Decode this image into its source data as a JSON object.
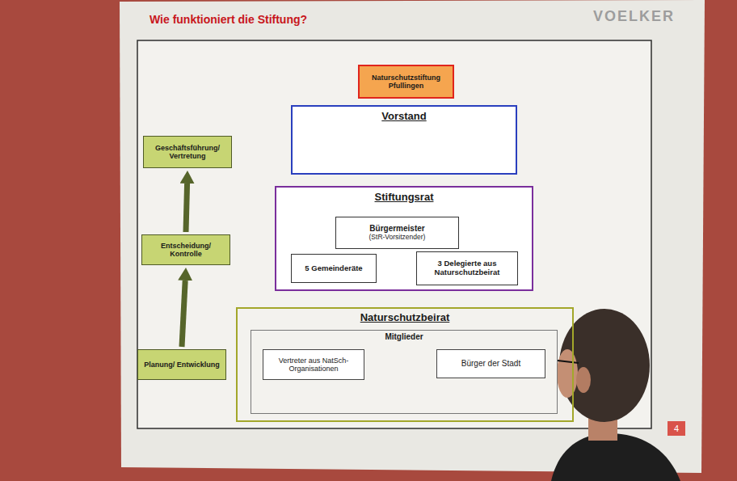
{
  "diagram": {
    "title": "Wie funktioniert die Stiftung?",
    "nodes": [
      {
        "text": [
          "Naturschutzstiftung Pfullingen"
        ]
      },
      {
        "text": [
          "Vorstand"
        ]
      },
      {
        "text": [
          "Geschäftsführung/ Vertretung"
        ]
      },
      {
        "text": [
          "Stiftungsrat"
        ]
      },
      {
        "text": [
          "Bürgermeister",
          "(StR-Vorsitzender)"
        ],
        "in": 3
      },
      {
        "text": [
          "5 Gemeinderäte"
        ],
        "in": 3
      },
      {
        "text": [
          "3 Delegierte aus Naturschutzbeirat"
        ],
        "in": 3
      },
      {
        "text": [
          "Entscheidung/ Kontrolle"
        ]
      },
      {
        "text": [
          "Naturschutzbeirat"
        ]
      },
      {
        "text": [
          "Mitglieder"
        ],
        "in": 8
      },
      {
        "text": [
          "Vertreter aus NatSch-Organisationen"
        ],
        "in": 9
      },
      {
        "text": [
          "Bürger der Stadt"
        ],
        "in": 9
      },
      {
        "text": [
          "Planung/ Entwicklung"
        ]
      }
    ],
    "edges": [
      {
        "from": 12,
        "to": 7,
        "arrow": "to"
      },
      {
        "from": 7,
        "to": 2,
        "arrow": "to"
      }
    ],
    "labels": [
      "VOELKER",
      "4"
    ]
  }
}
